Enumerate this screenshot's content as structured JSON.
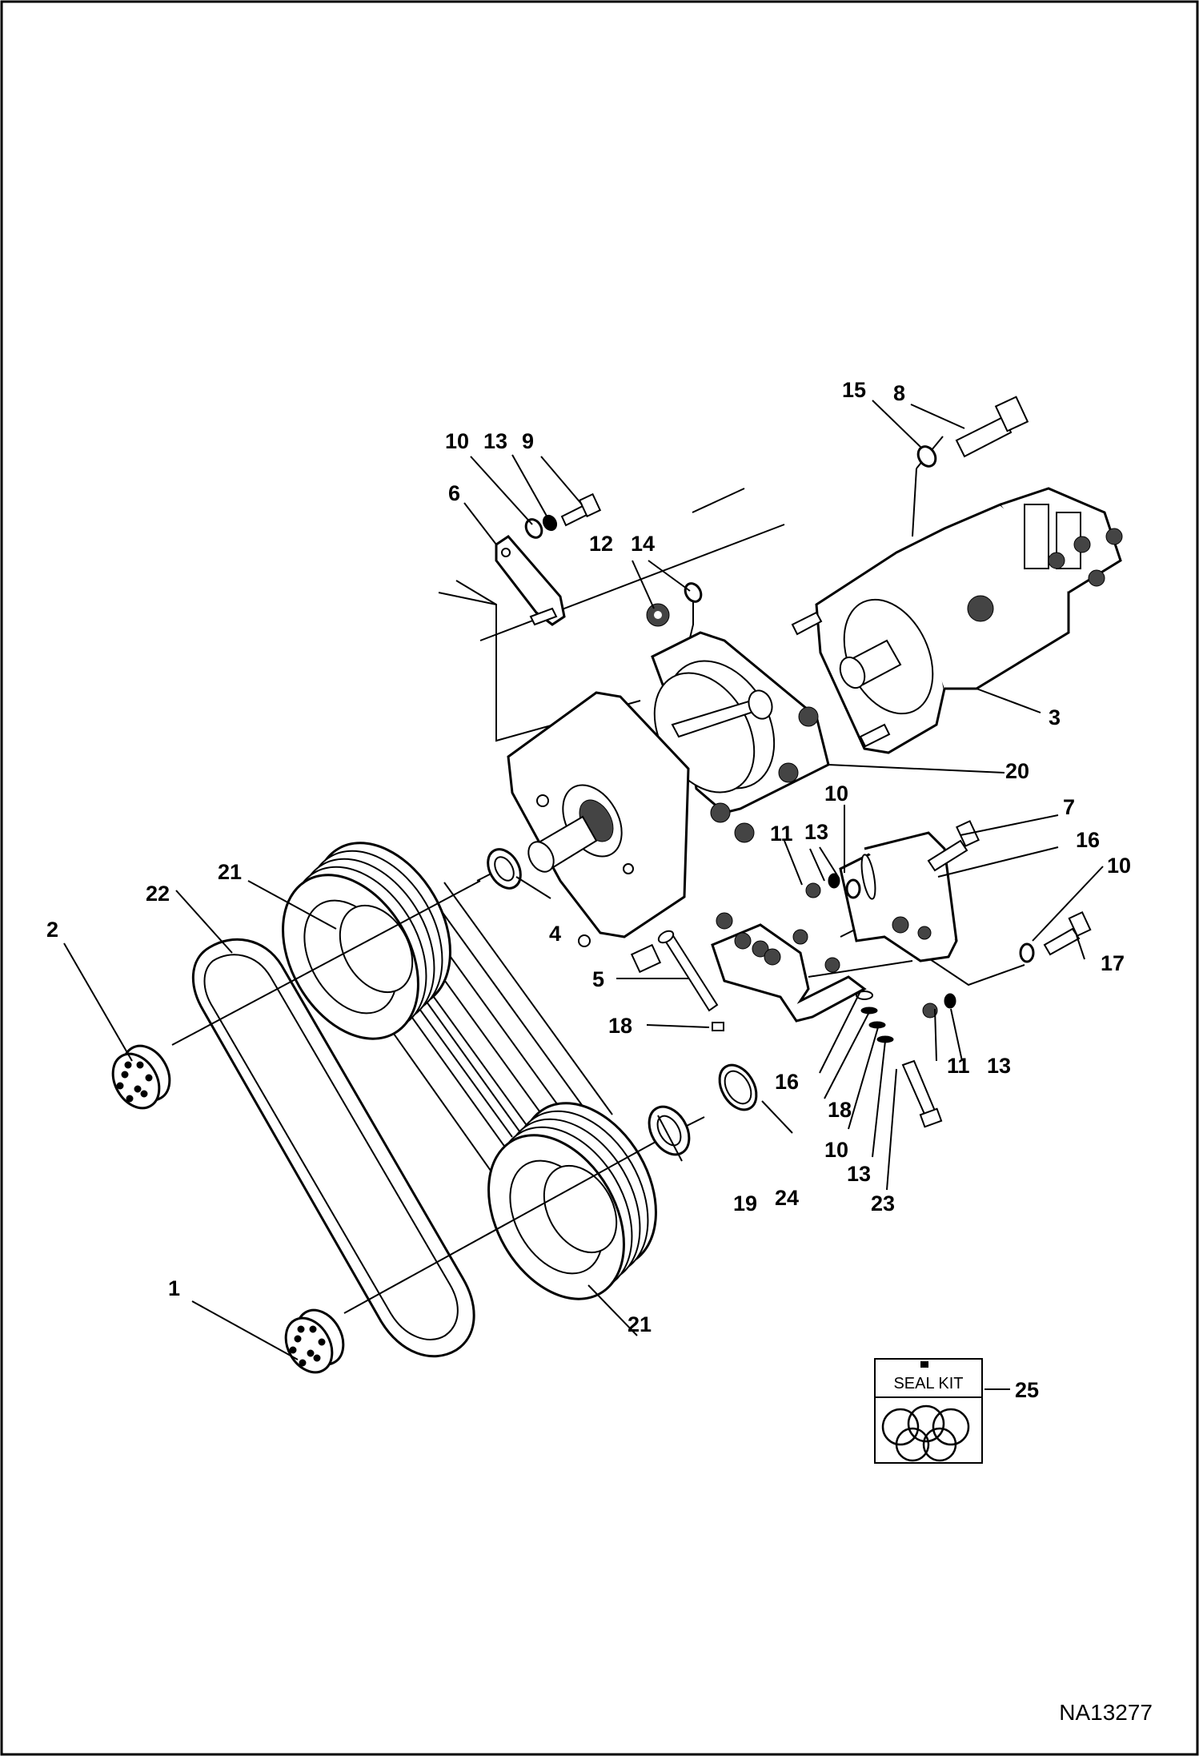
{
  "callouts": [
    {
      "id": "c-1",
      "label": "1"
    },
    {
      "id": "c-2",
      "label": "2"
    },
    {
      "id": "c-3",
      "label": "3"
    },
    {
      "id": "c-4",
      "label": "4"
    },
    {
      "id": "c-5",
      "label": "5"
    },
    {
      "id": "c-6",
      "label": "6"
    },
    {
      "id": "c-7",
      "label": "7"
    },
    {
      "id": "c-8",
      "label": "8"
    },
    {
      "id": "c-9",
      "label": "9"
    },
    {
      "id": "c-10a",
      "label": "10"
    },
    {
      "id": "c-10b",
      "label": "10"
    },
    {
      "id": "c-10c",
      "label": "10"
    },
    {
      "id": "c-10d",
      "label": "10"
    },
    {
      "id": "c-11a",
      "label": "11"
    },
    {
      "id": "c-11b",
      "label": "11"
    },
    {
      "id": "c-12",
      "label": "12"
    },
    {
      "id": "c-13a",
      "label": "13"
    },
    {
      "id": "c-13b",
      "label": "13"
    },
    {
      "id": "c-13c",
      "label": "13"
    },
    {
      "id": "c-13d",
      "label": "13"
    },
    {
      "id": "c-14",
      "label": "14"
    },
    {
      "id": "c-15",
      "label": "15"
    },
    {
      "id": "c-16a",
      "label": "16"
    },
    {
      "id": "c-16b",
      "label": "16"
    },
    {
      "id": "c-17",
      "label": "17"
    },
    {
      "id": "c-18a",
      "label": "18"
    },
    {
      "id": "c-18b",
      "label": "18"
    },
    {
      "id": "c-19",
      "label": "19"
    },
    {
      "id": "c-20",
      "label": "20"
    },
    {
      "id": "c-21a",
      "label": "21"
    },
    {
      "id": "c-21b",
      "label": "21"
    },
    {
      "id": "c-22",
      "label": "22"
    },
    {
      "id": "c-23",
      "label": "23"
    },
    {
      "id": "c-24",
      "label": "24"
    },
    {
      "id": "c-25",
      "label": "25"
    }
  ],
  "seal_kit": {
    "label": "SEAL KIT"
  },
  "drawing_id": "NA13277"
}
